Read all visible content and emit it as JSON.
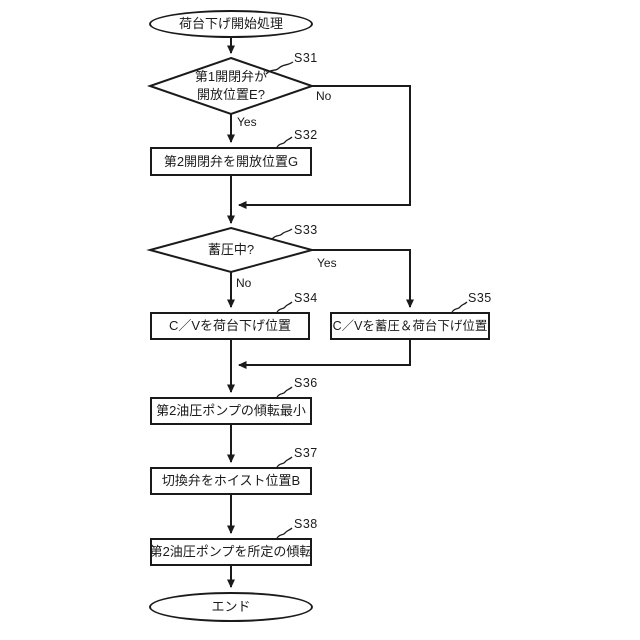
{
  "figure": {
    "type": "flowchart",
    "background_color": "#ffffff",
    "line_color": "#1a1a1a"
  },
  "nodes": {
    "start": {
      "label": "荷台下げ開始処理"
    },
    "s31": {
      "step": "S31",
      "line1": "第1開閉弁が",
      "line2": "開放位置E?",
      "yes": "Yes",
      "no": "No"
    },
    "s32": {
      "step": "S32",
      "label": "第2開閉弁を開放位置G"
    },
    "s33": {
      "step": "S33",
      "label": "蓄圧中?",
      "yes": "Yes",
      "no": "No"
    },
    "s34": {
      "step": "S34",
      "label": "C／Vを荷台下げ位置"
    },
    "s35": {
      "step": "S35",
      "label": "C／Vを蓄圧＆荷台下げ位置"
    },
    "s36": {
      "step": "S36",
      "label": "第2油圧ポンプの傾転最小"
    },
    "s37": {
      "step": "S37",
      "label": "切換弁をホイスト位置B"
    },
    "s38": {
      "step": "S38",
      "label": "第2油圧ポンプを所定の傾転"
    },
    "end": {
      "label": "エンド"
    }
  }
}
